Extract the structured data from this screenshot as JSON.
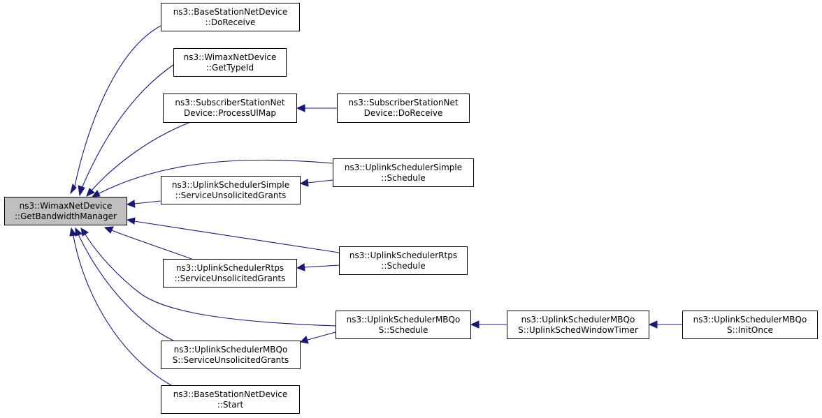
{
  "colors": {
    "edge": "#191970",
    "focus_fill": "#bfbfbf",
    "node_border": "#000000"
  },
  "nodes": {
    "root": [
      "ns3::WimaxNetDevice",
      "::GetBandwidthManager"
    ],
    "bs_recv": [
      "ns3::BaseStationNetDevice",
      "::DoReceive"
    ],
    "typeid": [
      "ns3::WimaxNetDevice",
      "::GetTypeId"
    ],
    "ss_ulmap": [
      "ns3::SubscriberStationNet",
      "Device::ProcessUlMap"
    ],
    "ss_recv": [
      "ns3::SubscriberStationNet",
      "Device::DoReceive"
    ],
    "simple_sug": [
      "ns3::UplinkSchedulerSimple",
      "::ServiceUnsolicitedGrants"
    ],
    "simple_sch": [
      "ns3::UplinkSchedulerSimple",
      "::Schedule"
    ],
    "rtps_sug": [
      "ns3::UplinkSchedulerRtps",
      "::ServiceUnsolicitedGrants"
    ],
    "rtps_sch": [
      "ns3::UplinkSchedulerRtps",
      "::Schedule"
    ],
    "mbqos_sug": [
      "ns3::UplinkSchedulerMBQo",
      "S::ServiceUnsolicitedGrants"
    ],
    "mbqos_sch": [
      "ns3::UplinkSchedulerMBQo",
      "S::Schedule"
    ],
    "mbqos_win": [
      "ns3::UplinkSchedulerMBQo",
      "S::UplinkSchedWindowTimer"
    ],
    "mbqos_init": [
      "ns3::UplinkSchedulerMBQo",
      "S::InitOnce"
    ],
    "bs_start": [
      "ns3::BaseStationNetDevice",
      "::Start"
    ]
  }
}
